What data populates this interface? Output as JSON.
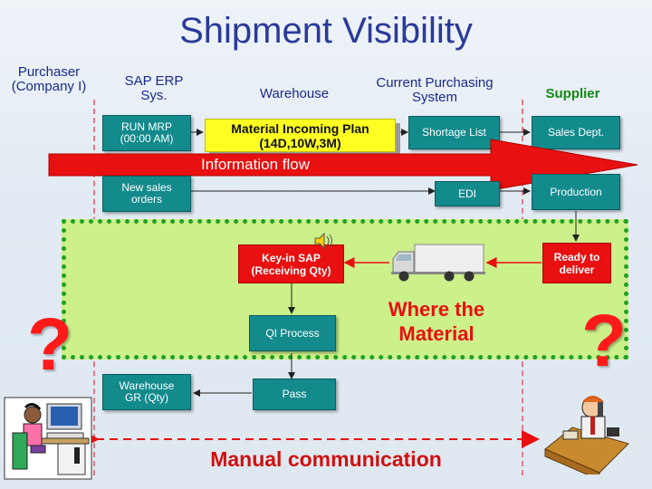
{
  "title": "Shipment Visibility",
  "columns": {
    "purchaser": "Purchaser\n(Company I)",
    "sap": "SAP ERP\nSys.",
    "warehouse": "Warehouse",
    "current_purchasing": "Current Purchasing\nSystem",
    "supplier": "Supplier"
  },
  "boxes": {
    "run_mrp": "RUN MRP\n(00:00 AM)",
    "material_plan": "Material Incoming Plan\n(14D,10W,3M)",
    "shortage_list": "Shortage List",
    "sales_dept": "Sales Dept.",
    "new_sales_orders": "New sales\norders",
    "edi": "EDI",
    "production": "Production",
    "ready_to_deliver": "Ready to\ndeliver",
    "key_in_sap": "Key-in SAP\n(Receiving Qty)",
    "qi_process": "QI Process",
    "pass": "Pass",
    "warehouse_gr": "Warehouse\nGR (Qty)"
  },
  "information_flow": "Information flow",
  "where_material": "Where the\nMaterial",
  "question_mark": "?",
  "manual_communication": "Manual communication",
  "icons": [
    "truck-icon",
    "speaker-icon",
    "office-worker-icon",
    "phone-worker-icon"
  ],
  "colors": {
    "title": "#2a3a9a",
    "box": "#138a8c",
    "red": "#e81010",
    "zone": "#ccf08a",
    "supplier": "#118811"
  }
}
